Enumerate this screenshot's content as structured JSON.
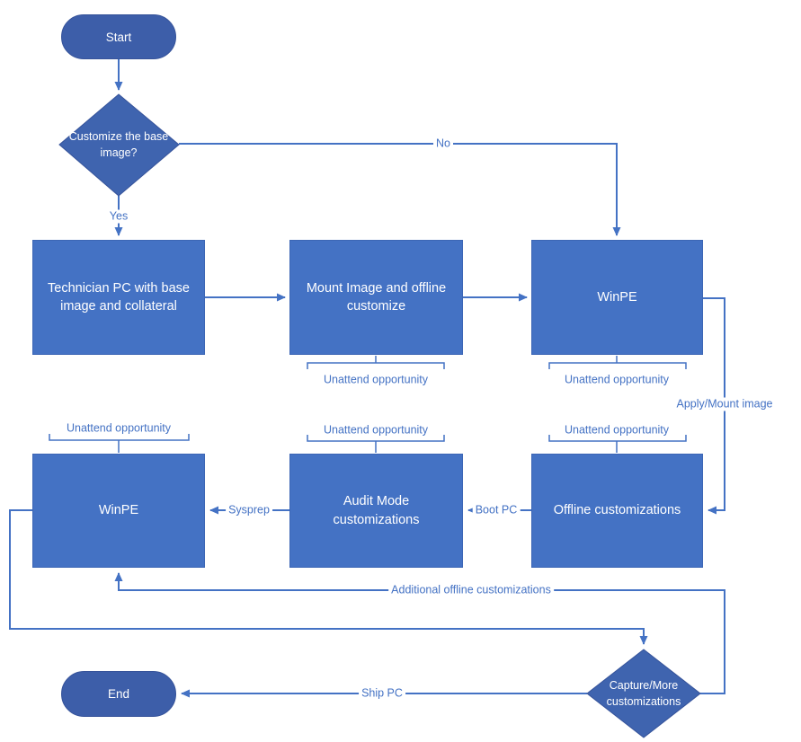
{
  "colors": {
    "process_fill": "#4472C4",
    "terminator_fill": "#3D5EA9",
    "decision_fill": "#3F64AF",
    "connector_line": "#4472C4",
    "edge_label_text": "#4472C4",
    "node_text": "#FFFFFF"
  },
  "nodes": {
    "start": {
      "label": "Start"
    },
    "decision_customize": {
      "label": "Customize the base image?"
    },
    "technician_pc": {
      "label": "Technician PC with base image and collateral"
    },
    "mount_image": {
      "label": "Mount Image and offline customize"
    },
    "winpe_top": {
      "label": "WinPE"
    },
    "offline_customizations": {
      "label": "Offline customizations"
    },
    "audit_mode": {
      "label": "Audit Mode customizations"
    },
    "winpe_bottom": {
      "label": "WinPE"
    },
    "decision_capture": {
      "label": "Capture/More customizations"
    },
    "end": {
      "label": "End"
    }
  },
  "edges": {
    "yes_label": "Yes",
    "no_label": "No",
    "apply_mount_label": "Apply/Mount image",
    "boot_pc_label": "Boot PC",
    "sysprep_label": "Sysprep",
    "additional_label": "Additional offline customizations",
    "ship_pc_label": "Ship PC"
  },
  "annotations": {
    "unattend_label": "Unattend opportunity"
  }
}
